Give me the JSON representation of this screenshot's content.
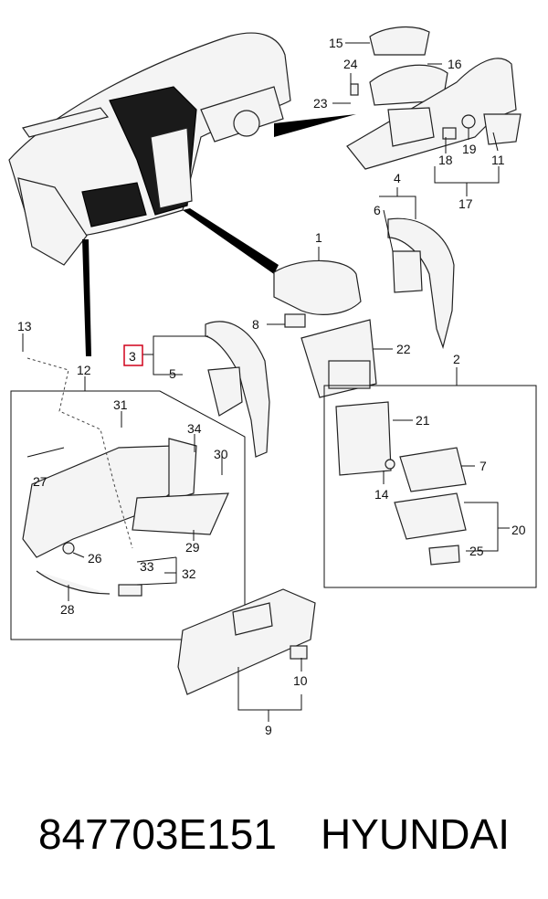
{
  "callouts": {
    "c1": "1",
    "c2": "2",
    "c3": "3",
    "c4": "4",
    "c5": "5",
    "c6": "6",
    "c7": "7",
    "c8": "8",
    "c9": "9",
    "c10": "10",
    "c11": "11",
    "c12": "12",
    "c13": "13",
    "c14": "14",
    "c15": "15",
    "c16": "16",
    "c17": "17",
    "c18": "18",
    "c19": "19",
    "c20": "20",
    "c21": "21",
    "c22": "22",
    "c23": "23",
    "c24": "24",
    "c25": "25",
    "c26": "26",
    "c27": "27",
    "c28": "28",
    "c29": "29",
    "c30": "30",
    "c31": "31",
    "c32": "32",
    "c33": "33",
    "c34": "34"
  },
  "highlight": {
    "callout": "3",
    "color": "#d0021b"
  },
  "caption": {
    "part_number": "847703E151",
    "brand": "HYUNDAI"
  }
}
